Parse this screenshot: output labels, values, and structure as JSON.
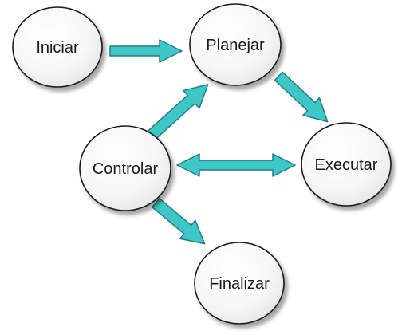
{
  "diagram": {
    "colors": {
      "arrow_fill": "#3fc7c7",
      "arrow_stroke": "#1f7f86",
      "node_fill_light": "#ffffff",
      "node_fill_dark": "#e7e7e7",
      "node_stroke": "#1a1a1a",
      "text": "#1a1a1a"
    },
    "nodes": {
      "iniciar": {
        "label": "Iniciar"
      },
      "planejar": {
        "label": "Planejar"
      },
      "executar": {
        "label": "Executar"
      },
      "controlar": {
        "label": "Controlar"
      },
      "finalizar": {
        "label": "Finalizar"
      }
    },
    "edges": [
      {
        "from": "iniciar",
        "to": "planejar",
        "type": "directed"
      },
      {
        "from": "planejar",
        "to": "executar",
        "type": "directed"
      },
      {
        "from": "controlar",
        "to": "planejar",
        "type": "directed"
      },
      {
        "from": "controlar",
        "to": "executar",
        "type": "bidirectional"
      },
      {
        "from": "controlar",
        "to": "finalizar",
        "type": "directed"
      }
    ]
  }
}
